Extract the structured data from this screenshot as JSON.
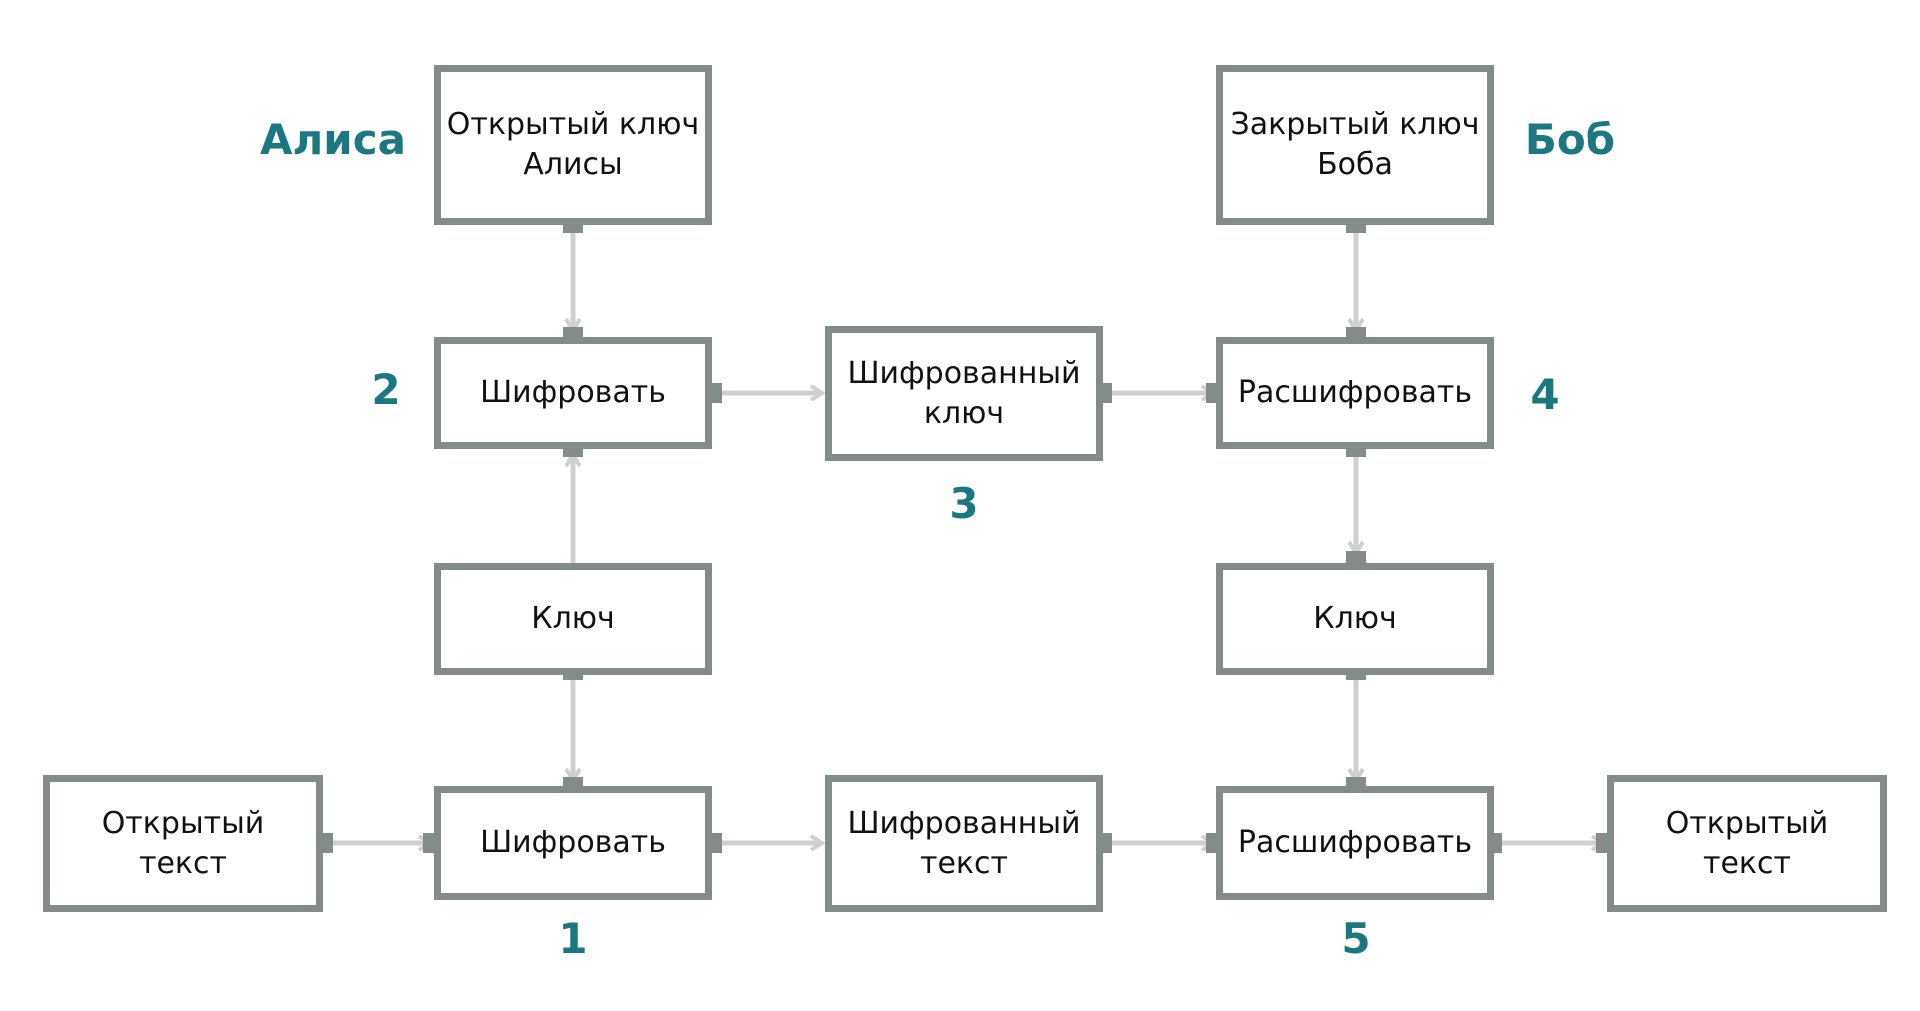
{
  "actors": {
    "alice": "Алиса",
    "bob": "Боб"
  },
  "boxes": {
    "alice_public_key": "Открытый ключ\nАлисы",
    "encrypt_key": "Шифровать",
    "encrypted_key": "Шифрованный\nключ",
    "decrypt_key": "Расшифровать",
    "bob_private_key": "Закрытый ключ\nБоба",
    "key_left": "Ключ",
    "key_right": "Ключ",
    "plaintext_in": "Открытый\nтекст",
    "encrypt_text": "Шифровать",
    "ciphertext": "Шифрованный\nтекст",
    "decrypt_text": "Расшифровать",
    "plaintext_out": "Открытый\nтекст"
  },
  "steps": {
    "one": "1",
    "two": "2",
    "three": "3",
    "four": "4",
    "five": "5"
  },
  "colors": {
    "box_border": "#838c89",
    "arrow": "#cfcfcf",
    "accent": "#1c7880",
    "text": "#111111"
  }
}
